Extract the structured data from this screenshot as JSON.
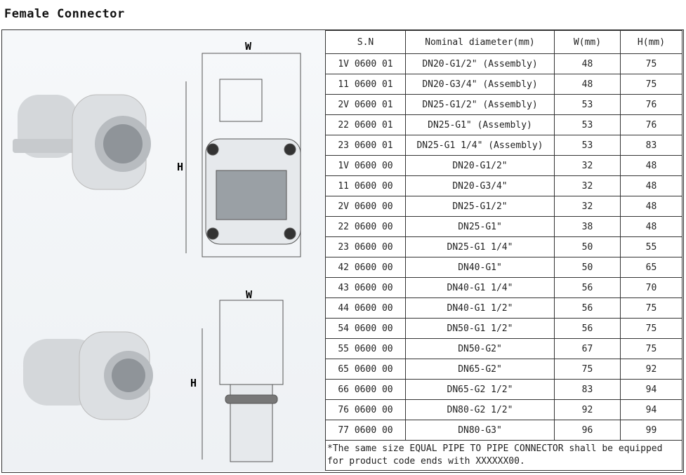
{
  "title": "Female Connector",
  "drawing_labels": {
    "w1": "W",
    "h1": "H",
    "w2": "W",
    "h2": "H"
  },
  "table": {
    "headers": [
      "S.N",
      "Nominal diameter(mm)",
      "W(mm)",
      "H(mm)"
    ],
    "rows": [
      [
        "1V 0600 01",
        "DN20-G1/2\" (Assembly)",
        "48",
        "75"
      ],
      [
        "11 0600 01",
        "DN20-G3/4\" (Assembly)",
        "48",
        "75"
      ],
      [
        "2V 0600 01",
        "DN25-G1/2\" (Assembly)",
        "53",
        "76"
      ],
      [
        "22 0600 01",
        "DN25-G1\" (Assembly)",
        "53",
        "76"
      ],
      [
        "23 0600 01",
        "DN25-G1 1/4\" (Assembly)",
        "53",
        "83"
      ],
      [
        "1V 0600 00",
        "DN20-G1/2\"",
        "32",
        "48"
      ],
      [
        "11 0600 00",
        "DN20-G3/4\"",
        "32",
        "48"
      ],
      [
        "2V 0600 00",
        "DN25-G1/2\"",
        "32",
        "48"
      ],
      [
        "22 0600 00",
        "DN25-G1\"",
        "38",
        "48"
      ],
      [
        "23 0600 00",
        "DN25-G1 1/4\"",
        "50",
        "55"
      ],
      [
        "42 0600 00",
        "DN40-G1\"",
        "50",
        "65"
      ],
      [
        "43 0600 00",
        "DN40-G1 1/4\"",
        "56",
        "70"
      ],
      [
        "44 0600 00",
        "DN40-G1 1/2\"",
        "56",
        "75"
      ],
      [
        "54 0600 00",
        "DN50-G1 1/2\"",
        "56",
        "75"
      ],
      [
        "55 0600 00",
        "DN50-G2\"",
        "67",
        "75"
      ],
      [
        "65 0600 00",
        "DN65-G2\"",
        "75",
        "92"
      ],
      [
        "66 0600 00",
        "DN65-G2 1/2\"",
        "83",
        "94"
      ],
      [
        "76 0600 00",
        "DN80-G2 1/2\"",
        "92",
        "94"
      ],
      [
        "77 0600 00",
        "DN80-G3\"",
        "96",
        "99"
      ]
    ],
    "footnote": "*The same size EQUAL PIPE TO PIPE CONNECTOR shall be equipped for product code ends with XXXXXX00."
  }
}
